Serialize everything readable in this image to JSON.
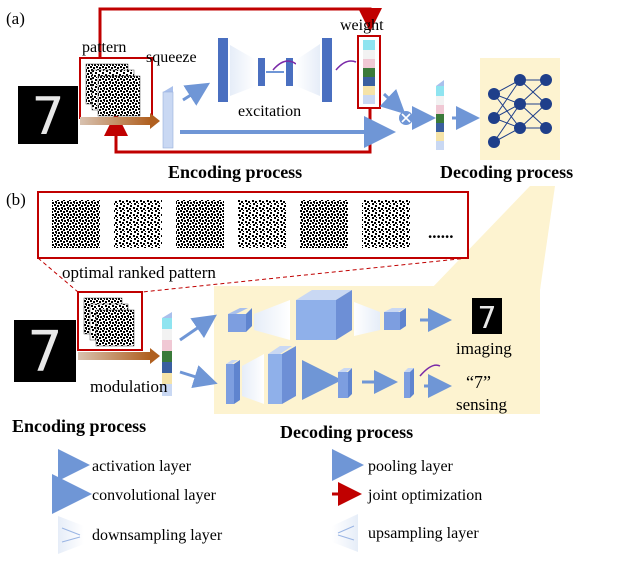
{
  "panel_a": {
    "label": "(a)",
    "pattern_label": "pattern",
    "squeeze_label": "squeeze",
    "excitation_label": "excitation",
    "weight_label": "weight",
    "encoding_title": "Encoding process",
    "decoding_title": "Decoding process"
  },
  "panel_b": {
    "label": "(b)",
    "ellipsis": "......",
    "ranked_label": "optimal ranked pattern",
    "modulation_label": "modulation",
    "imaging_label": "imaging",
    "sensing_value": "“7”",
    "sensing_label": "sensing",
    "encoding_title": "Encoding process",
    "decoding_title": "Decoding process"
  },
  "legend": {
    "activation": "activation layer",
    "convolutional": "convolutional layer",
    "downsampling": "downsampling layer",
    "pooling": "pooling layer",
    "joint": "joint optimization",
    "upsampling": "upsampling layer"
  },
  "colors": {
    "red": "#c00000",
    "layer_blue": "#4a6fc0",
    "light_blue": "#8fb4e6",
    "cream": "#fdf3d0",
    "orange_brown": "#b06020"
  },
  "digit_glyph": "7"
}
